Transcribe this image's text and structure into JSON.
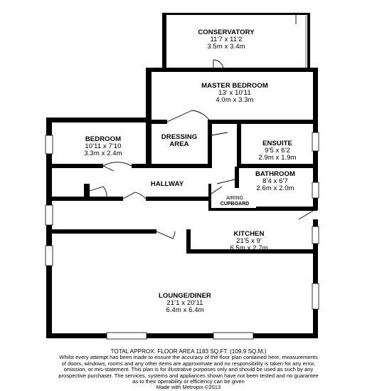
{
  "rooms": {
    "conservatory": {
      "name": "CONSERVATORY",
      "imperial": "11'7 x 11'2",
      "metric": "3.5m x 3.4m"
    },
    "master_bedroom": {
      "name": "MASTER BEDROOM",
      "imperial": "13' x 10'11",
      "metric": "4.0m x 3.3m"
    },
    "bedroom": {
      "name": "BEDROOM",
      "imperial": "10'11 x 7'10",
      "metric": "3.3m x 2.4m"
    },
    "dressing_area": {
      "name1": "DRESSING",
      "name2": "AREA"
    },
    "ensuite": {
      "name": "ENSUITE",
      "imperial": "9'5 x 6'2",
      "metric": "2.9m x 1.9m"
    },
    "bathroom": {
      "name": "BATHROOM",
      "imperial": "8'4 x 6'7",
      "metric": "2.6m x 2.0m"
    },
    "hallway": {
      "name": "HALLWAY"
    },
    "airing_cupboard": {
      "name1": "AIRING",
      "name2": "CUPBOARD"
    },
    "kitchen": {
      "name": "KITCHEN",
      "imperial": "21'5 x 9'",
      "metric": "6.5m x 2.7m"
    },
    "lounge_diner": {
      "name": "LOUNGE/DINER",
      "imperial": "21'1 x 20'11",
      "metric": "6.4m x 6.4m"
    }
  },
  "footer": {
    "total_area": "TOTAL APPROX. FLOOR AREA 1183 SQ.FT. (109.9 SQ.M.)",
    "disclaimer_1": "Whilst every attempt has been made to ensure the accuracy of the floor plan contained here, measurements",
    "disclaimer_2": "of doors, windows, rooms and any other items are approximate and no responsibility is taken for any error,",
    "disclaimer_3": "omission, or mis-statement. This plan is for illustrative purposes only and should be used as such by any",
    "disclaimer_4": "prospective purchaser. The services, systems and appliances shown have not been tested and no guarantee",
    "disclaimer_5": "as to their operability or efficiency can be given",
    "credit": "Made with Metropix ©2013"
  }
}
